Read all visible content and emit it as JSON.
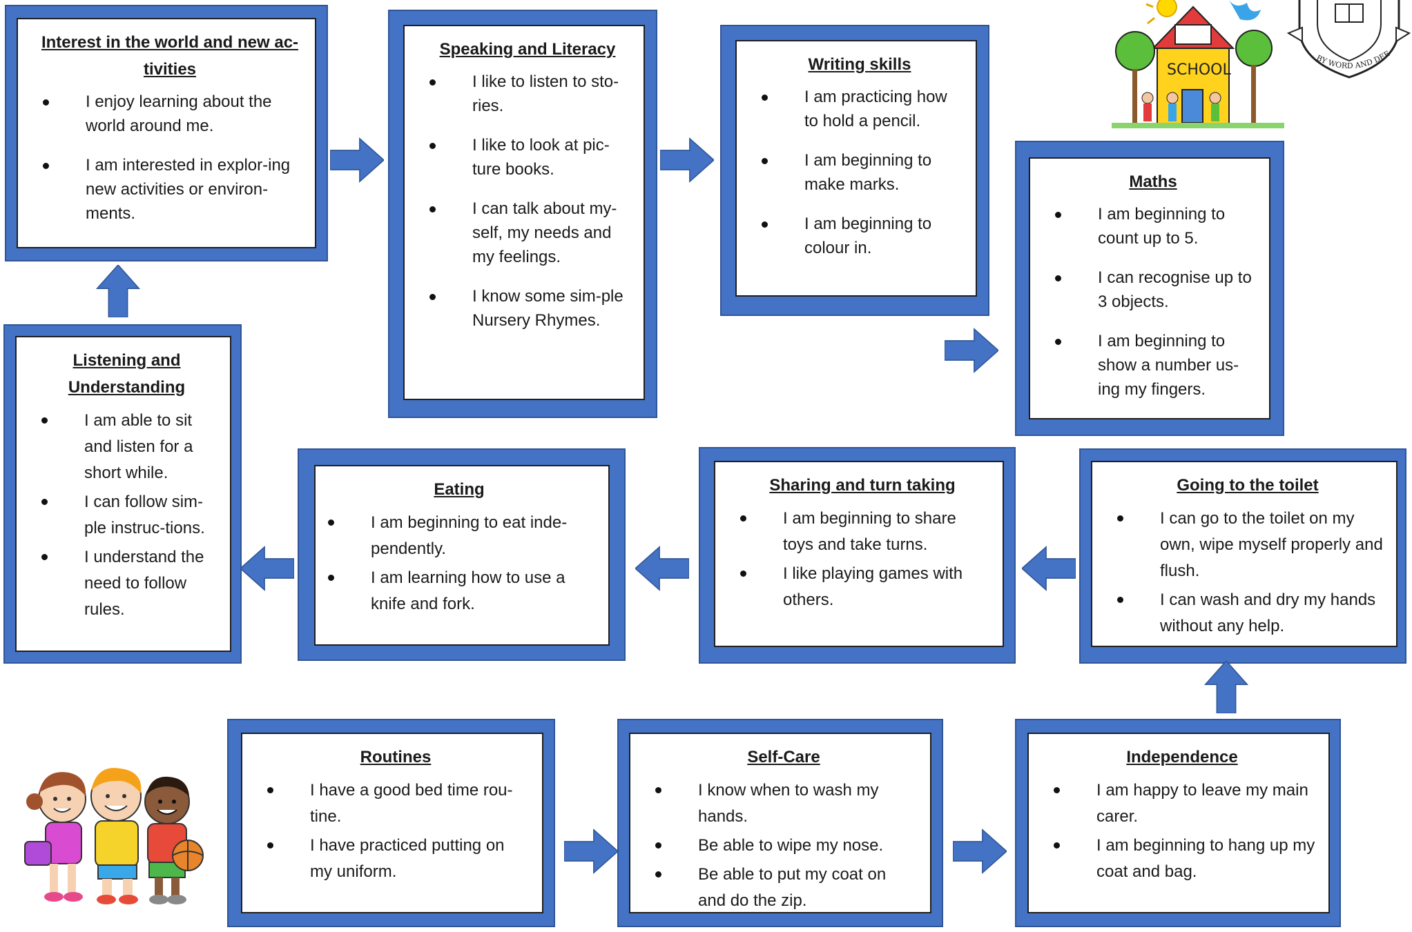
{
  "colors": {
    "frame": "#4472c4",
    "frame_border": "#2f5597",
    "arrow": "#4472c4"
  },
  "boxes": {
    "interest": {
      "title": "Interest in the world and new ac-tivities",
      "items": [
        "I enjoy learning about the world around me.",
        "I am interested in      explor-ing new activities or environ-ments."
      ]
    },
    "speaking": {
      "title": "Speaking and Literacy",
      "items": [
        "I like to listen to sto-ries.",
        "I like to look at pic-ture books.",
        "I can talk about my-self, my needs and my feelings.",
        "I know some    sim-ple Nursery Rhymes."
      ]
    },
    "writing": {
      "title": "Writing skills",
      "items": [
        "I am practicing how to hold a  pencil.",
        "I am beginning to make marks.",
        "I am beginning to colour in."
      ]
    },
    "maths": {
      "title": "Maths",
      "items": [
        "I am beginning to count up to 5.",
        "I can recognise up to 3 objects.",
        "I am beginning to show a number us-ing my fingers."
      ]
    },
    "listening": {
      "title": "Listening and Understanding",
      "items": [
        "I am able to sit and listen for a short while.",
        "I can follow sim-ple      instruc-tions.",
        "I understand the need to follow rules."
      ]
    },
    "eating": {
      "title": "Eating",
      "items": [
        "I am beginning to eat   inde-pendently.",
        "I am learning how to use a knife and fork."
      ]
    },
    "sharing": {
      "title": "Sharing and turn taking",
      "items": [
        "I am beginning to share toys and take turns.",
        "I like playing games with others."
      ]
    },
    "toilet": {
      "title": "Going to the toilet",
      "items": [
        "I can go to the toilet on my own, wipe myself properly and flush.",
        "I can wash and dry my hands without any help."
      ]
    },
    "routines": {
      "title": "Routines",
      "items": [
        "I have a good bed time rou-tine.",
        "I have practiced putting on my uniform."
      ]
    },
    "selfcare": {
      "title": "Self-Care",
      "items": [
        "I know when to wash my hands.",
        "Be able to wipe my nose.",
        "Be able to put my coat on and do the zip."
      ]
    },
    "independence": {
      "title": "Independence",
      "items": [
        "I am happy to leave my main carer.",
        "I am beginning to hang up my coat and bag."
      ]
    }
  },
  "images": {
    "school": {
      "sign": "SCHOOL"
    },
    "crest": {
      "motto": "BY WORD AND DEED"
    },
    "children": {
      "icon": "children-illustration"
    }
  }
}
